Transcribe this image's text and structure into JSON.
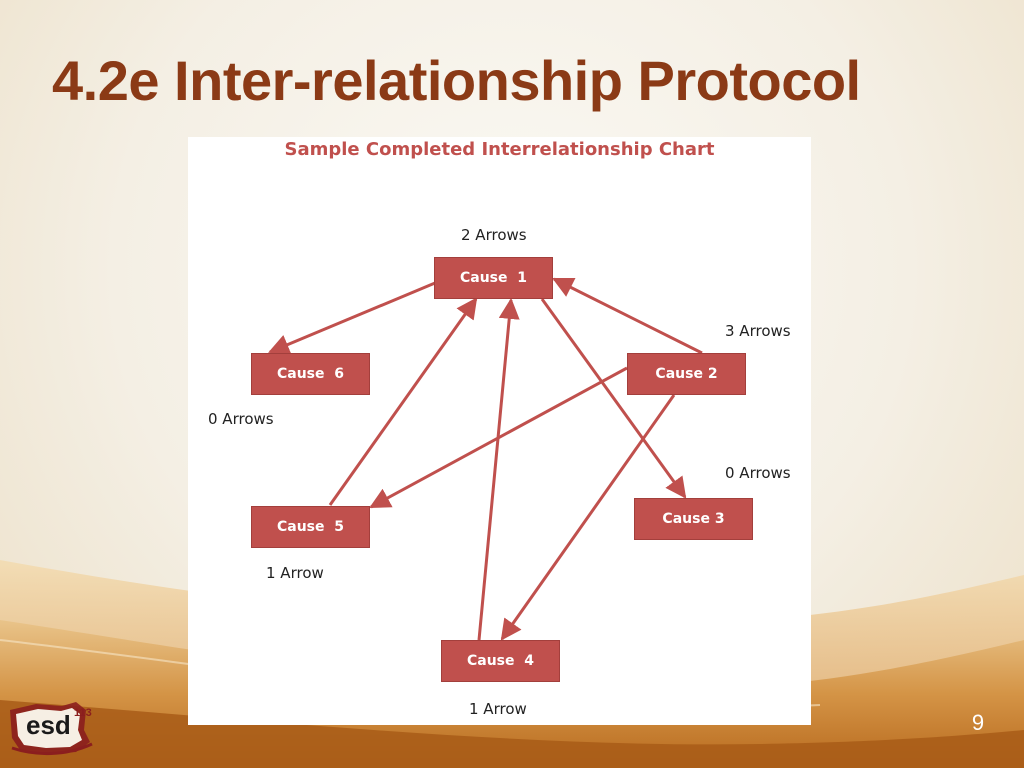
{
  "slide": {
    "title": "4.2e Inter-relationship Protocol",
    "page_number": "9"
  },
  "chart": {
    "title": "Sample Completed Interrelationship Chart",
    "colors": {
      "box_fill": "#c0504d",
      "arrow": "#c0504d",
      "title": "#c0504d"
    },
    "causes": [
      {
        "id": "cause1",
        "label": "Cause  1",
        "count_label": "2 Arrows"
      },
      {
        "id": "cause2",
        "label": "Cause 2",
        "count_label": "3 Arrows"
      },
      {
        "id": "cause3",
        "label": "Cause 3",
        "count_label": "0 Arrows"
      },
      {
        "id": "cause4",
        "label": "Cause  4",
        "count_label": "1 Arrow"
      },
      {
        "id": "cause5",
        "label": "Cause  5",
        "count_label": "1 Arrow"
      },
      {
        "id": "cause6",
        "label": "Cause  6",
        "count_label": "0 Arrows"
      }
    ],
    "relationships": [
      {
        "from": "cause1",
        "to": "cause6"
      },
      {
        "from": "cause1",
        "to": "cause3"
      },
      {
        "from": "cause2",
        "to": "cause1"
      },
      {
        "from": "cause2",
        "to": "cause5"
      },
      {
        "from": "cause2",
        "to": "cause4"
      },
      {
        "from": "cause5",
        "to": "cause1"
      },
      {
        "from": "cause4",
        "to": "cause1"
      }
    ]
  },
  "logo": {
    "text": "esd",
    "number": "113"
  }
}
